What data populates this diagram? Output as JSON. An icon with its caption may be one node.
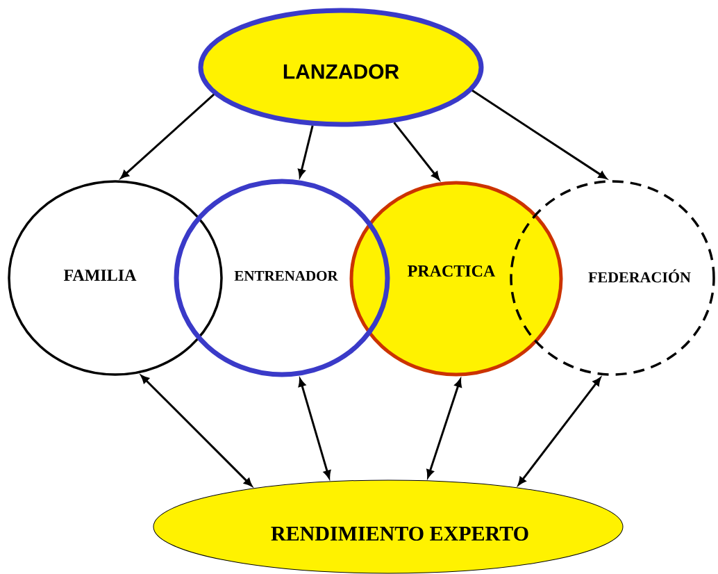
{
  "diagram": {
    "nodes": [
      {
        "text": [
          "LANZADOR"
        ]
      },
      {
        "text": [
          "FAMILIA"
        ]
      },
      {
        "text": [
          "ENTRENADOR"
        ]
      },
      {
        "text": [
          "PRACTICA"
        ]
      },
      {
        "text": [
          "FEDERACIÓN"
        ]
      },
      {
        "text": [
          "RENDIMIENTO EXPERTO"
        ]
      }
    ],
    "edges": [
      {
        "from": 0,
        "to": 1,
        "arrow": "to"
      },
      {
        "from": 0,
        "to": 2,
        "arrow": "to"
      },
      {
        "from": 0,
        "to": 3,
        "arrow": "to"
      },
      {
        "from": 0,
        "to": 4,
        "arrow": "to"
      },
      {
        "from": 1,
        "to": 5,
        "arrow": "both"
      },
      {
        "from": 2,
        "to": 5,
        "arrow": "both"
      },
      {
        "from": 3,
        "to": 5,
        "arrow": "both"
      },
      {
        "from": 4,
        "to": 5,
        "arrow": "both"
      }
    ]
  }
}
